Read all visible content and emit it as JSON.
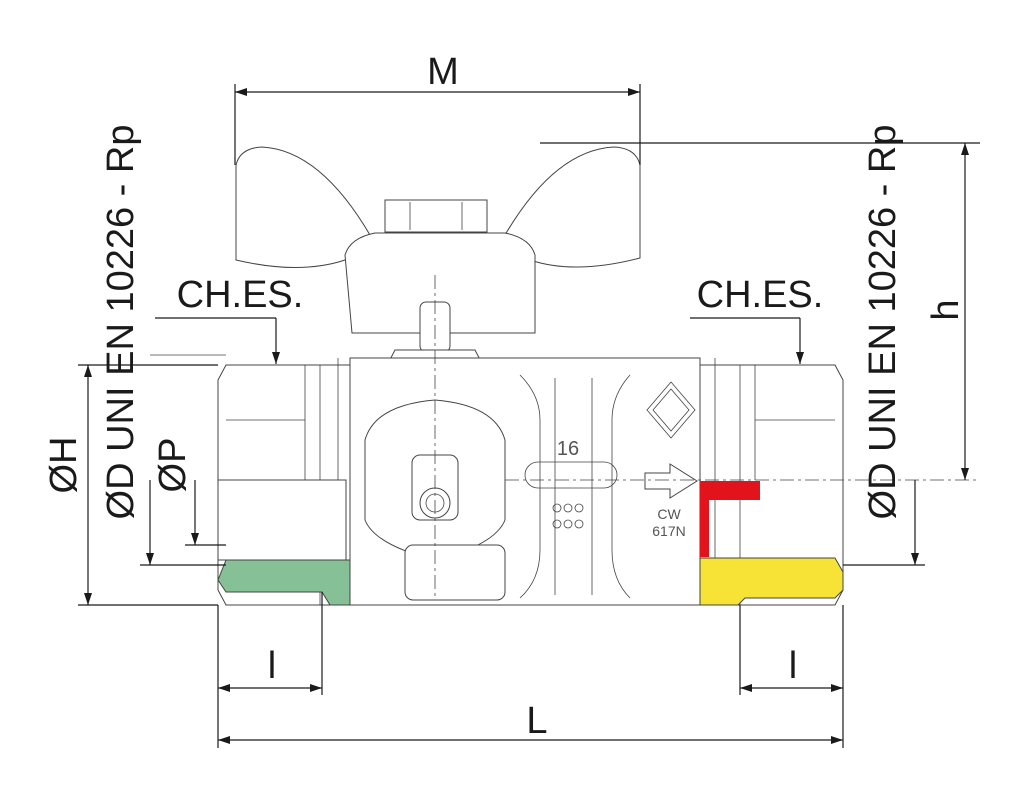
{
  "title": "Ball valve dimensional drawing",
  "dimensions": {
    "M": "M",
    "h": "h",
    "L": "L",
    "l_left": "l",
    "l_right": "l",
    "OH": "ØH",
    "OP": "ØP",
    "OD_left": "ØD UNI EN 10226 - Rp",
    "OD_right": "ØD UNI EN 10226 - Rp",
    "CH_left": "CH.ES.",
    "CH_right": "CH.ES."
  },
  "body_markings": {
    "size": "16",
    "material_line1": "CW",
    "material_line2": "617N"
  },
  "colors": {
    "seal_left": "#86c096",
    "seal_right": "#f7e236",
    "insert": "#e2131b"
  }
}
